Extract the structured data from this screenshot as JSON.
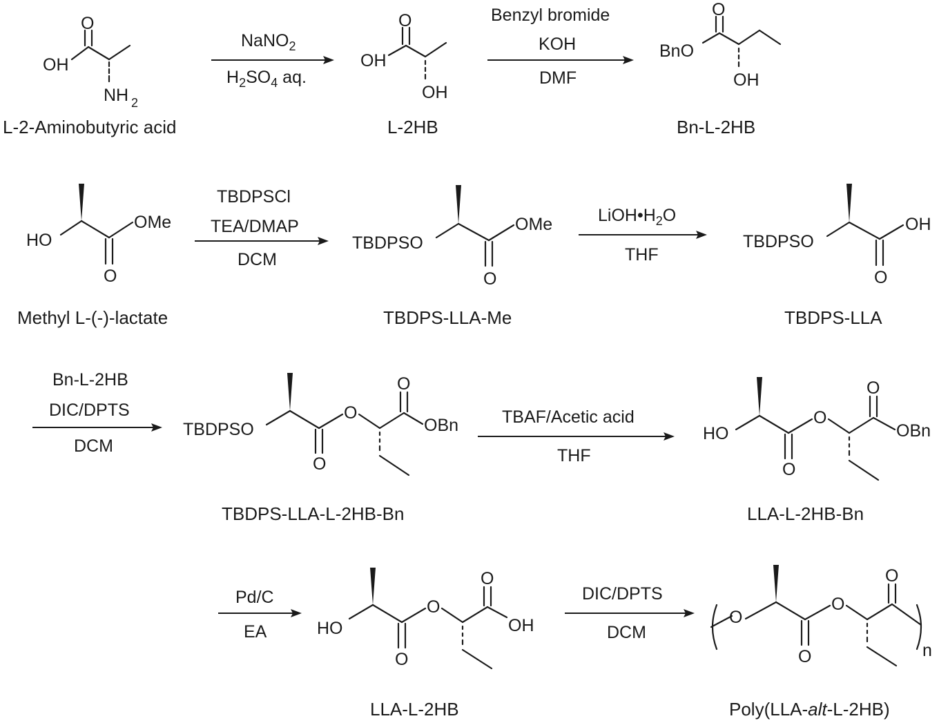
{
  "compounds": {
    "aminobutyric": "L-2-Aminobutyric acid",
    "l2hb": "L-2HB",
    "bn_l2hb": "Bn-L-2HB",
    "methyl_lactate": "Methyl L-(-)-lactate",
    "tbdps_lla_me": "TBDPS-LLA-Me",
    "tbdps_lla": "TBDPS-LLA",
    "tbdps_lla_l2hb_bn": "TBDPS-LLA-L-2HB-Bn",
    "lla_l2hb_bn": "LLA-L-2HB-Bn",
    "lla_l2hb": "LLA-L-2HB",
    "poly_prefix": "Poly(LLA-",
    "poly_alt": "alt",
    "poly_suffix": "-L-2HB)"
  },
  "reagents": {
    "r1_top": "NaNO",
    "r1_top_sub": "2",
    "r1_bot_a": "H",
    "r1_bot_sub1": "2",
    "r1_bot_b": "SO",
    "r1_bot_sub2": "4",
    "r1_bot_c": " aq.",
    "r2_1": "Benzyl bromide",
    "r2_2": "KOH",
    "r2_3": "DMF",
    "r3_1": "TBDPSCl",
    "r3_2": "TEA/DMAP",
    "r3_3": "DCM",
    "r4_top_a": "LiOH•H",
    "r4_top_sub": "2",
    "r4_top_b": "O",
    "r4_bot": "THF",
    "r5_1": "Bn-L-2HB",
    "r5_2": "DIC/DPTS",
    "r5_3": "DCM",
    "r6_top": "TBAF/Acetic acid",
    "r6_bot": "THF",
    "r7_top": "Pd/C",
    "r7_bot": "EA",
    "r8_top": "DIC/DPTS",
    "r8_bot": "DCM"
  },
  "atoms": {
    "OH": "OH",
    "O": "O",
    "NH": "NH",
    "NH_sub": "2",
    "BnO": "BnO",
    "OBn": "OBn",
    "HO": "HO",
    "OMe": "OMe",
    "TBDPSO": "TBDPSO",
    "n": "n"
  }
}
